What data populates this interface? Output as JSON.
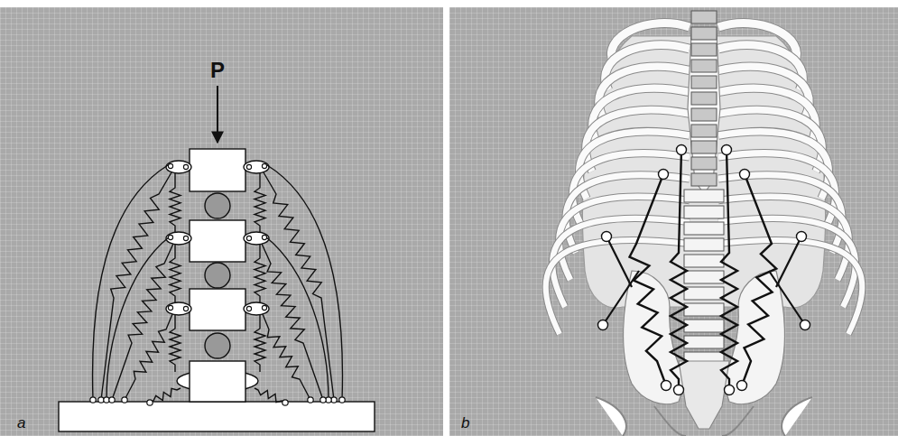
{
  "diagram": {
    "labels": [
      "P",
      "a",
      "b"
    ]
  }
}
